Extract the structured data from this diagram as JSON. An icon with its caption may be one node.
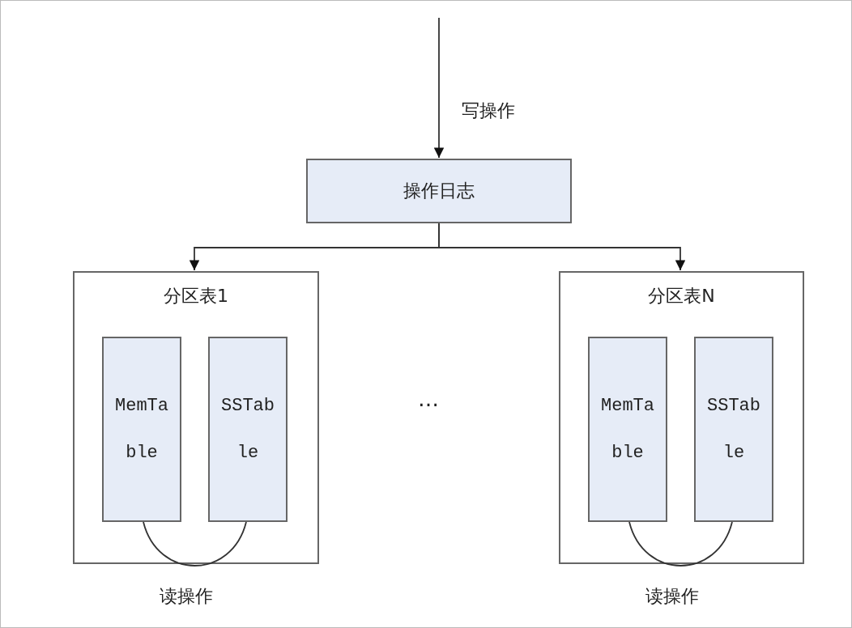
{
  "diagram": {
    "nodes": [
      {
        "text": [
          "操作日志"
        ]
      },
      {
        "text": [
          "分区表1"
        ]
      },
      {
        "text": [
          "MemTable"
        ],
        "in": 1
      },
      {
        "text": [
          "SSTable"
        ],
        "in": 1
      },
      {
        "text": [
          "分区表N"
        ]
      },
      {
        "text": [
          "MemTable"
        ],
        "in": 4
      },
      {
        "text": [
          "SSTable"
        ],
        "in": 4
      }
    ],
    "edges": [
      {
        "from": null,
        "to": 0,
        "arrow": "to",
        "label": "写操作"
      },
      {
        "from": 0,
        "to": 1,
        "arrow": "to"
      },
      {
        "from": 0,
        "to": 4,
        "arrow": "to"
      },
      {
        "from": 2,
        "to": 3,
        "arrow": "none",
        "label": "读操作"
      },
      {
        "from": 5,
        "to": 6,
        "arrow": "none",
        "label": "读操作"
      }
    ],
    "labels": [
      "…"
    ]
  }
}
